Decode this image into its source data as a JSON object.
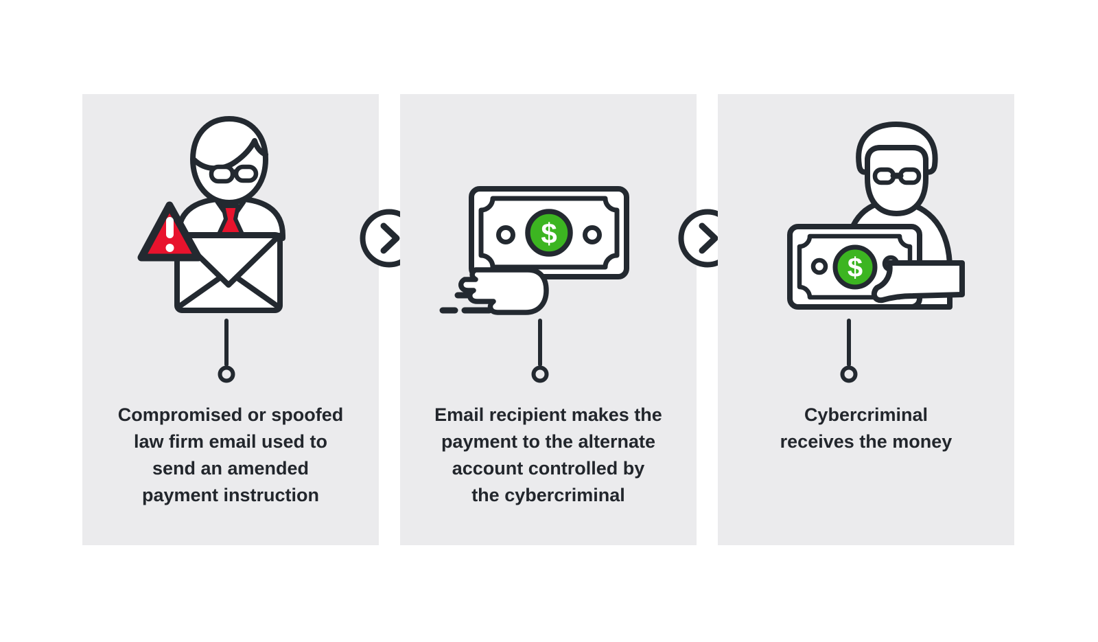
{
  "colors": {
    "page_bg": "#ffffff",
    "panel_bg": "#ebebed",
    "ink": "#232930",
    "text": "#22262c",
    "alert_red": "#e8132d",
    "dollar_green": "#3cb521",
    "icon_fill": "#ffffff"
  },
  "currency_symbol": "$",
  "steps": [
    {
      "icon": "compromised-email-icon",
      "caption": "Compromised or spoofed\nlaw firm email used to\nsend an amended\npayment instruction"
    },
    {
      "icon": "payment-sent-icon",
      "caption": "Email recipient makes the\npayment to the alternate\naccount controlled by\nthe cybercriminal"
    },
    {
      "icon": "cybercriminal-receives-money-icon",
      "caption": "Cybercriminal\nreceives the money"
    }
  ],
  "arrows": [
    {
      "icon": "chevron-right-icon"
    },
    {
      "icon": "chevron-right-icon"
    }
  ]
}
